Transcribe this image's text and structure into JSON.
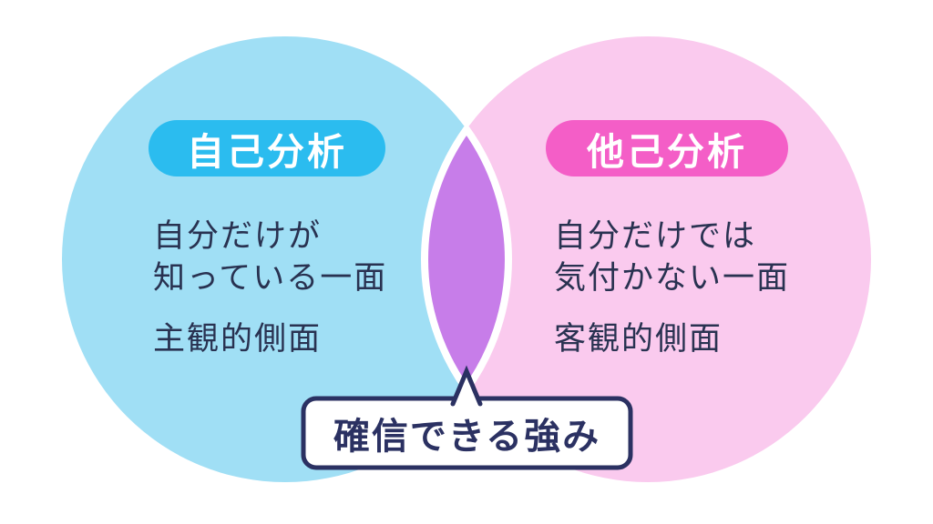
{
  "diagram": {
    "type": "venn",
    "left_circle": {
      "title": "自己分析",
      "line1": "自分だけが",
      "line2": "知っている一面",
      "subtitle": "主観的側面"
    },
    "right_circle": {
      "title": "他己分析",
      "line1": "自分だけでは",
      "line2": "気付かない一面",
      "subtitle": "客観的側面"
    },
    "overlap_callout": "確信できる強み"
  },
  "colors": {
    "left_circle_fill": "#A0DFF5",
    "right_circle_fill": "#FACAEE",
    "left_pill_bg": "#2BBCEF",
    "right_pill_bg": "#F45EC7",
    "overlap_fill": "#C77DE9",
    "outline_navy": "#2B3162",
    "body_text": "#293251",
    "pill_text": "#FFFFFF",
    "bubble_fill": "#FFFFFF"
  }
}
